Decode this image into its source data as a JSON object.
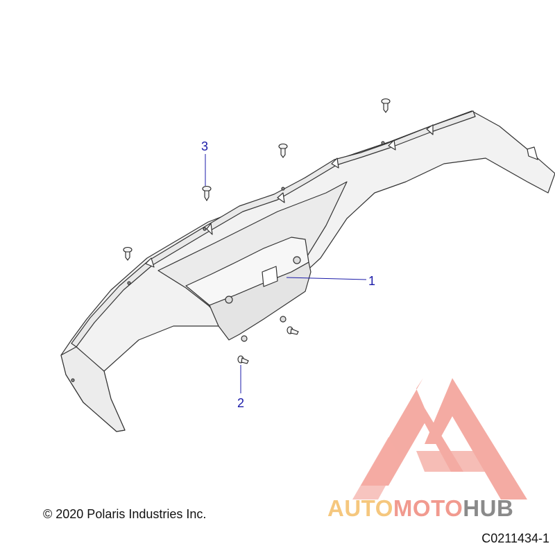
{
  "callouts": [
    {
      "label": "1"
    },
    {
      "label": "2"
    },
    {
      "label": "3"
    }
  ],
  "footer": {
    "copyright": "© 2020 Polaris Industries Inc.",
    "part_code": "C0211434-1"
  },
  "watermark": {
    "part1": "AUTO",
    "part2": "MOTO",
    "part3": "HUB",
    "colors": {
      "auto": "#f5c77e",
      "moto": "#f19a8f",
      "hub": "#8a8a8a",
      "logo": "#f3a39a"
    }
  },
  "colors": {
    "callout": "#1a1aa8",
    "line": "#333333",
    "part_fill": "#f2f2f2"
  }
}
